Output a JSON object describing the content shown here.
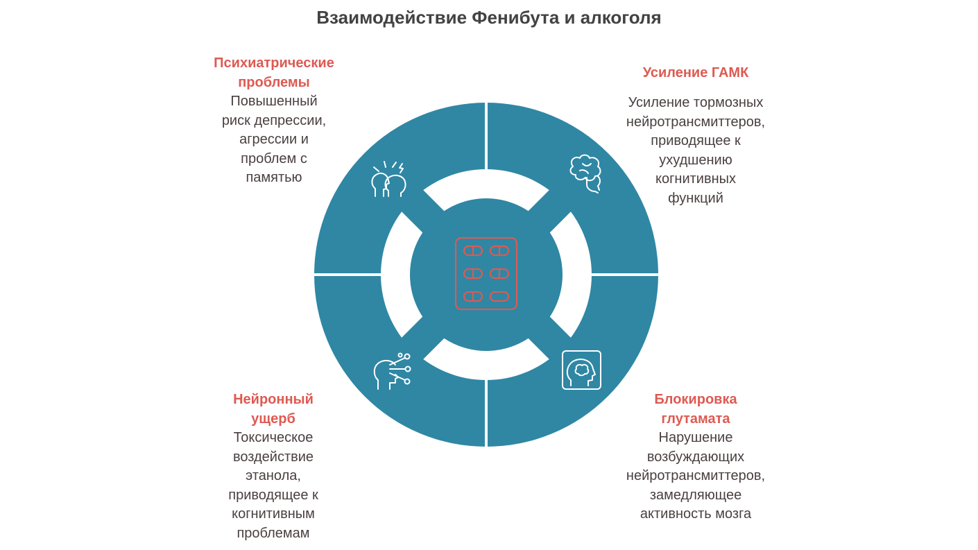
{
  "title": "Взаимодействие Фенибута и алкоголя",
  "colors": {
    "ring": "#2f87a4",
    "accent": "#dd5a52",
    "heading": "#424242",
    "text": "#4a3f3f",
    "background": "#ffffff"
  },
  "center": {
    "icon": "pill-blister-pack-icon"
  },
  "sections": {
    "top_left": {
      "heading_lines": [
        "Психиатрические",
        "проблемы"
      ],
      "desc_lines": [
        "Повышенный",
        "риск депрессии,",
        "агрессии и",
        "проблем с",
        "памятью"
      ],
      "icon": "stressed-head-icon"
    },
    "top_right": {
      "heading_lines": [
        "Усиление ГАМК"
      ],
      "desc_lines": [
        "Усиление тормозных",
        "нейротрансмиттеров,",
        "приводящее к",
        "ухудшению",
        "когнитивных",
        "функций"
      ],
      "icon": "brain-head-icon"
    },
    "bottom_left": {
      "heading_lines": [
        "Нейронный",
        "ущерб"
      ],
      "desc_lines": [
        "Токсическое",
        "воздействие",
        "этанола,",
        "приводящее к",
        "когнитивным",
        "проблемам"
      ],
      "icon": "neural-head-icon"
    },
    "bottom_right": {
      "heading_lines": [
        "Блокировка",
        "глутамата"
      ],
      "desc_lines": [
        "Нарушение",
        "возбуждающих",
        "нейротрансмиттеров,",
        "замедляющее",
        "активность мозга"
      ],
      "icon": "brain-profile-frame-icon"
    }
  }
}
